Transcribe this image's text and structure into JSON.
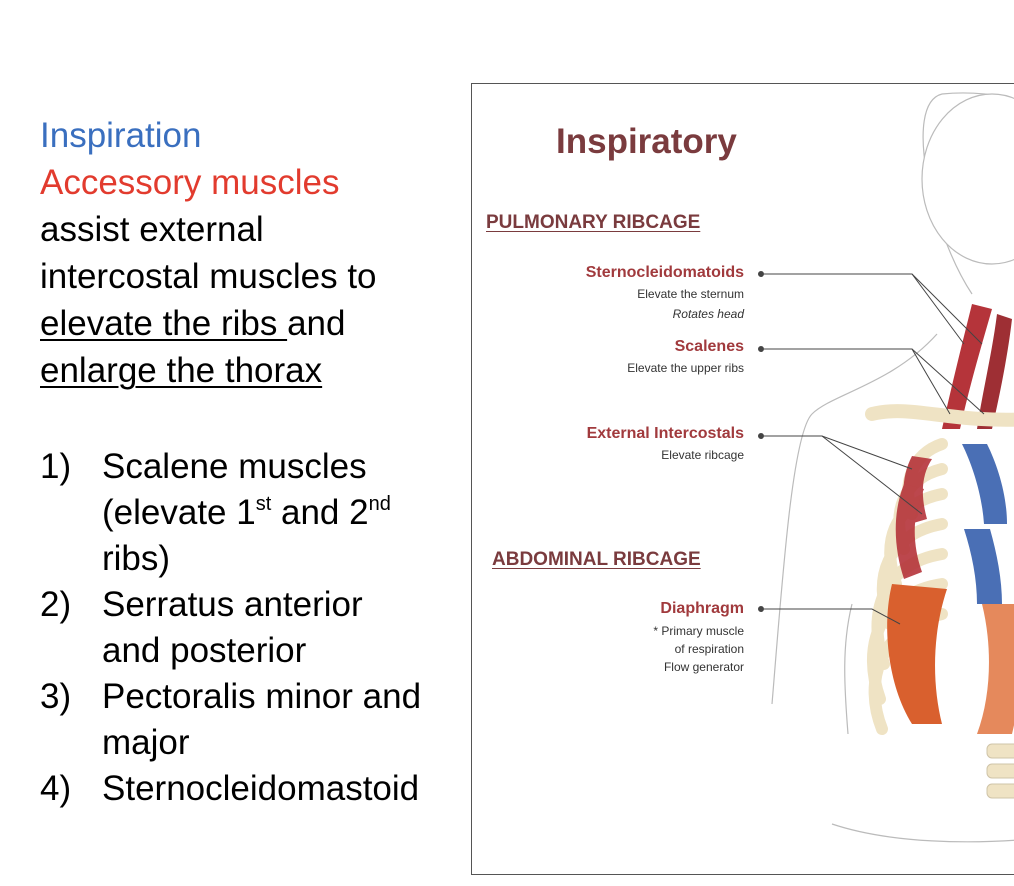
{
  "left_panel": {
    "line1": "Inspiration",
    "line2": "Accessory muscles",
    "line3": "assist external",
    "line4": "intercostal muscles to",
    "line5_underlined": "elevate the ribs ",
    "line5_rest": "and",
    "line6": "enlarge the thorax",
    "list": [
      {
        "num": "1)",
        "lines": [
          "Scalene muscles",
          "(elevate 1",
          "st",
          " and 2",
          "nd",
          "ribs)"
        ]
      },
      {
        "num": "2)",
        "lines": [
          "Serratus anterior",
          "and posterior"
        ]
      },
      {
        "num": "3)",
        "lines": [
          "Pectoralis minor and",
          "major"
        ]
      },
      {
        "num": "4)",
        "lines": [
          "Sternocleidomastoid"
        ]
      }
    ]
  },
  "figure": {
    "title": "Inspiratory",
    "section_pulmonary": "PULMONARY RIBCAGE",
    "section_abdominal": "ABDOMINAL RIBCAGE",
    "muscles": [
      {
        "name": "Sternocleidomatoids",
        "desc": [
          "Elevate the sternum",
          "Rotates head"
        ]
      },
      {
        "name": "Scalenes",
        "desc": [
          "Elevate the upper ribs"
        ]
      },
      {
        "name": "External Intercostals",
        "desc": [
          "Elevate ribcage"
        ]
      },
      {
        "name": "Diaphragm",
        "desc": [
          "* Primary muscle",
          "of respiration",
          "Flow generator"
        ]
      }
    ],
    "colors": {
      "title": "#7a3b3e",
      "muscle_label": "#a13a3d",
      "muscle_red": "#b5343a",
      "diaphragm_orange": "#d9602e",
      "intercostal_blue": "#4a6fb5",
      "bone": "#efe3c4"
    }
  }
}
